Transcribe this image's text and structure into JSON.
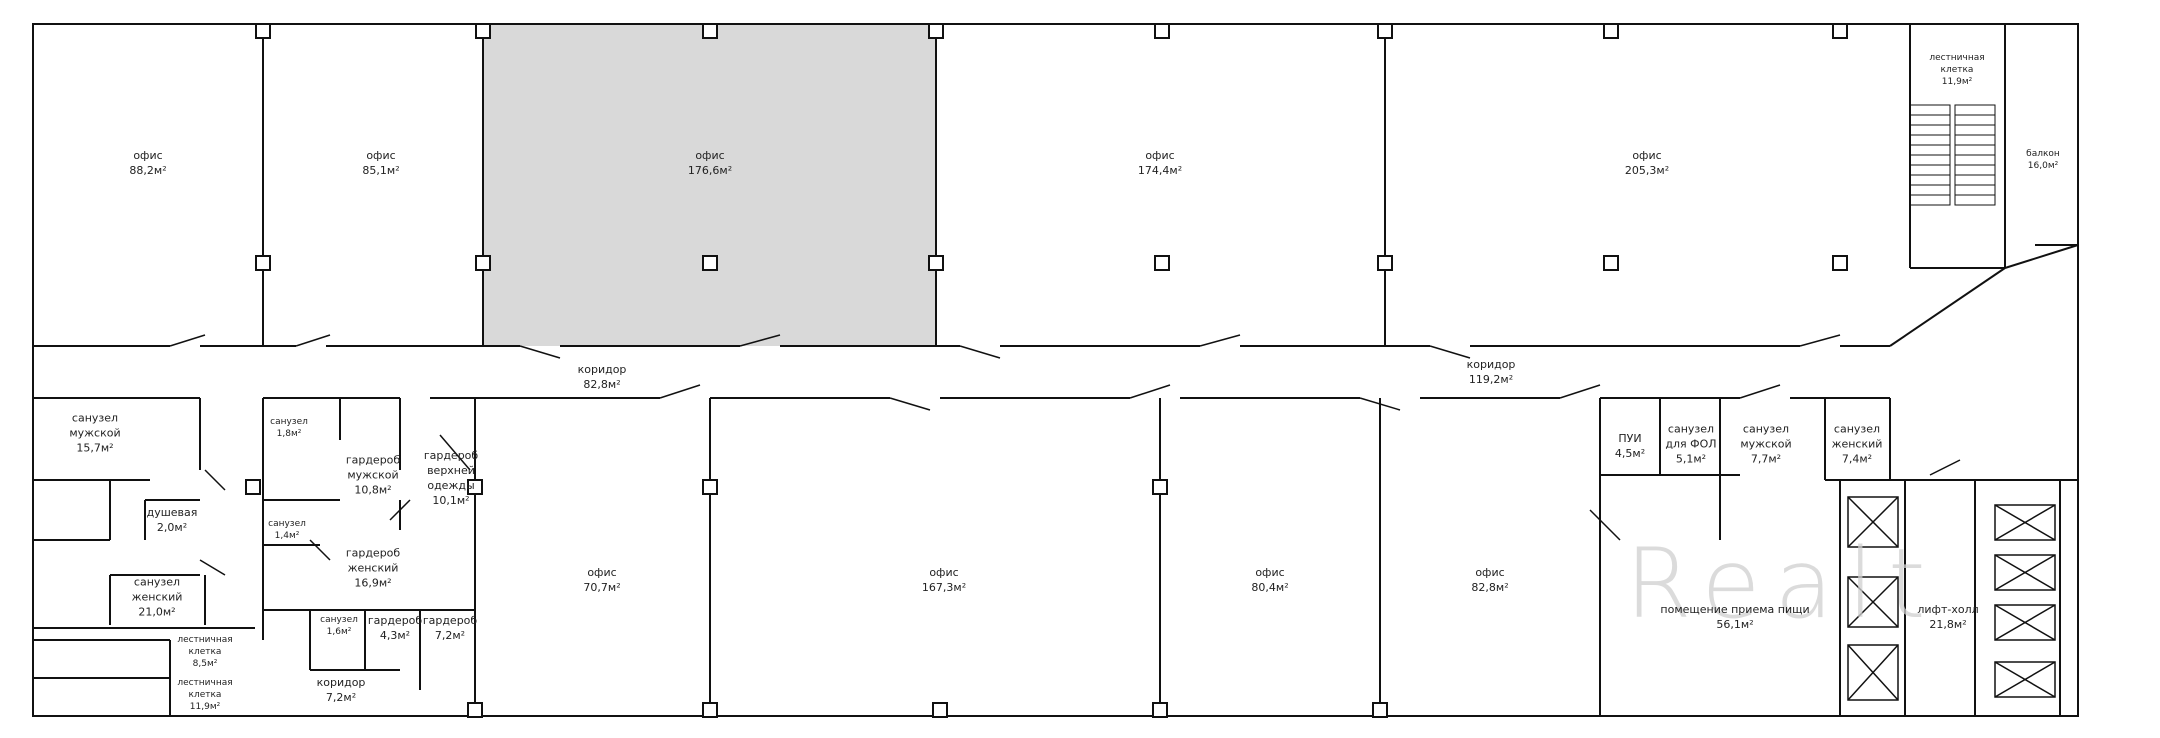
{
  "watermark": "Realt",
  "rooms": [
    {
      "id": "r1",
      "name": "офис",
      "area": "88,2м²"
    },
    {
      "id": "r2",
      "name": "офис",
      "area": "85,1м²"
    },
    {
      "id": "r3",
      "name": "офис",
      "area": "176,6м²"
    },
    {
      "id": "r4",
      "name": "офис",
      "area": "174,4м²"
    },
    {
      "id": "r5",
      "name": "офис",
      "area": "205,3м²"
    },
    {
      "id": "r6",
      "name": "лестничная клетка",
      "area": "11,9м²"
    },
    {
      "id": "r7",
      "name": "балкон",
      "area": "16,0м²"
    },
    {
      "id": "r8",
      "name": "коридор",
      "area": "82,8м²"
    },
    {
      "id": "r9",
      "name": "коридор",
      "area": "119,2м²"
    },
    {
      "id": "r10",
      "name": "санузел мужской",
      "area": "15,7м²"
    },
    {
      "id": "r11",
      "name": "санузел",
      "area": "1,8м²"
    },
    {
      "id": "r12",
      "name": "гардероб мужской",
      "area": "10,8м²"
    },
    {
      "id": "r13",
      "name": "гардероб верхней одежды",
      "area": "10,1м²"
    },
    {
      "id": "r14",
      "name": "душевая",
      "area": "2,0м²"
    },
    {
      "id": "r15",
      "name": "санузел",
      "area": "1,4м²"
    },
    {
      "id": "r16",
      "name": "гардероб женский",
      "area": "16,9м²"
    },
    {
      "id": "r17",
      "name": "санузел женский",
      "area": "21,0м²"
    },
    {
      "id": "r18",
      "name": "санузел",
      "area": "1,6м²"
    },
    {
      "id": "r19",
      "name": "гардероб",
      "area": "4,3м²"
    },
    {
      "id": "r20",
      "name": "гардероб",
      "area": "7,2м²"
    },
    {
      "id": "r21",
      "name": "лестничная клетка",
      "area": "8,5м²"
    },
    {
      "id": "r22",
      "name": "лестничная клетка",
      "area": "11,9м²"
    },
    {
      "id": "r23",
      "name": "коридор",
      "area": "7,2м²"
    },
    {
      "id": "r24",
      "name": "офис",
      "area": "70,7м²"
    },
    {
      "id": "r25",
      "name": "офис",
      "area": "167,3м²"
    },
    {
      "id": "r26",
      "name": "офис",
      "area": "80,4м²"
    },
    {
      "id": "r27",
      "name": "офис",
      "area": "82,8м²"
    },
    {
      "id": "r28",
      "name": "ПУИ",
      "area": "4,5м²"
    },
    {
      "id": "r29",
      "name": "санузел для ФОЛ",
      "area": "5,1м²"
    },
    {
      "id": "r30",
      "name": "санузел мужской",
      "area": "7,7м²"
    },
    {
      "id": "r31",
      "name": "санузел женский",
      "area": "7,4м²"
    },
    {
      "id": "r32",
      "name": "помещение приема пищи",
      "area": "56,1м²"
    },
    {
      "id": "r33",
      "name": "лифт-холл",
      "area": "21,8м²"
    }
  ]
}
